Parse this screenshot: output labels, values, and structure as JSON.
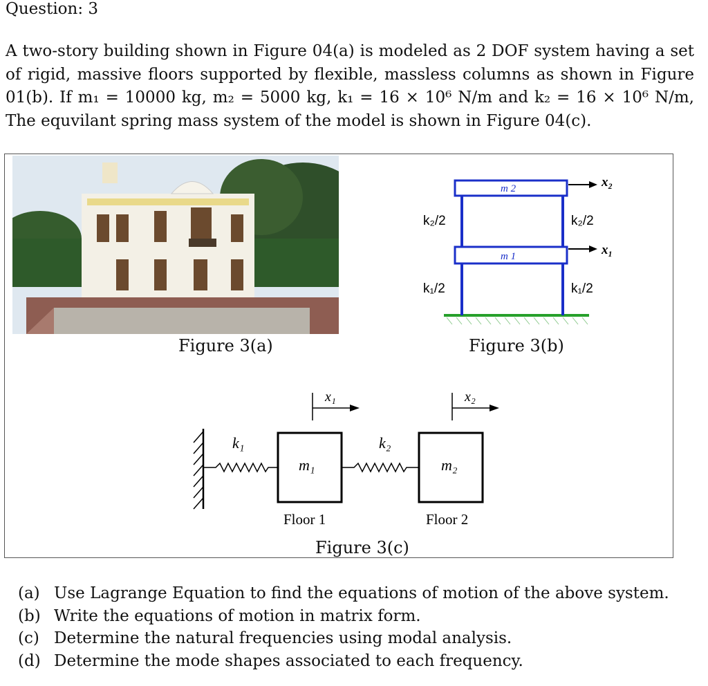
{
  "question": {
    "title": "Question: 3",
    "intro": "A two-story building shown in Figure 04(a) is modeled as 2 DOF system having a set of rigid, massive floors supported by flexible, massless columns as shown in Figure 01(b). If m₁ = 10000 kg, m₂ = 5000 kg, k₁ = 16 × 10⁶ N/m and k₂ = 16 × 10⁶ N/m, The equvilant spring mass system of the model is shown in Figure 04(c)."
  },
  "figures": {
    "a": {
      "caption": "Figure 3(a)"
    },
    "b": {
      "caption": "Figure 3(b)",
      "m2": "m 2",
      "m1": "m 1",
      "k2_left": "k₂/2",
      "k2_right": "k₂/2",
      "k1_left": "k₁/2",
      "k1_right": "k₁/2",
      "x2": "x₂",
      "x1": "x₁"
    },
    "c": {
      "caption": "Figure 3(c)",
      "k1": "k₁",
      "k2": "k₂",
      "m1": "m₁",
      "m2": "m₂",
      "x1": "x₁",
      "x2": "x₂",
      "floor1": "Floor 1",
      "floor2": "Floor 2"
    }
  },
  "parts": [
    {
      "label": "(a)",
      "text": "Use Lagrange Equation to find the equations of motion of the above system."
    },
    {
      "label": "(b)",
      "text": "Write the equations of motion in matrix form."
    },
    {
      "label": "(c)",
      "text": "Determine the natural frequencies using modal analysis."
    },
    {
      "label": "(d)",
      "text": "Determine the mode shapes associated to each frequency."
    }
  ],
  "colors": {
    "frame_blue": "#1a2fc9",
    "ground_green": "#27a02b"
  }
}
